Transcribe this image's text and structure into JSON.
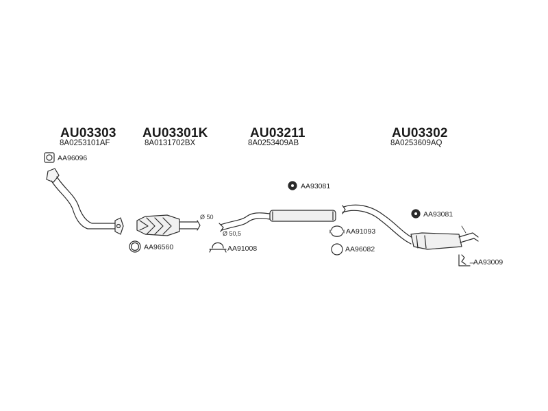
{
  "parts": [
    {
      "part_no": "AU03303",
      "oe_no": "8A0253101AF",
      "component": "front-pipe"
    },
    {
      "part_no": "AU03301K",
      "oe_no": "8A0131702BX",
      "component": "catalytic-converter"
    },
    {
      "part_no": "AU03211",
      "oe_no": "8A0253409AB",
      "component": "middle-silencer"
    },
    {
      "part_no": "AU03302",
      "oe_no": "8A0253609AQ",
      "component": "rear-silencer"
    }
  ],
  "accessories": [
    {
      "code": "AA96096",
      "icon": "flange-gasket-icon"
    },
    {
      "code": "AA96560",
      "icon": "ring-gasket-icon"
    },
    {
      "code": "AA91008",
      "icon": "clamp-icon"
    },
    {
      "code": "AA93081",
      "icon": "rubber-hanger-icon"
    },
    {
      "code": "AA91093",
      "icon": "clamp-icon"
    },
    {
      "code": "AA96082",
      "icon": "ring-gasket-icon"
    },
    {
      "code": "AA93081",
      "icon": "rubber-hanger-icon"
    },
    {
      "code": "AA93009",
      "icon": "bracket-icon"
    }
  ],
  "diameters": [
    "Ø 50",
    "Ø 50,5"
  ],
  "colors": {
    "line": "#2a2a2a",
    "background": "#ffffff"
  }
}
